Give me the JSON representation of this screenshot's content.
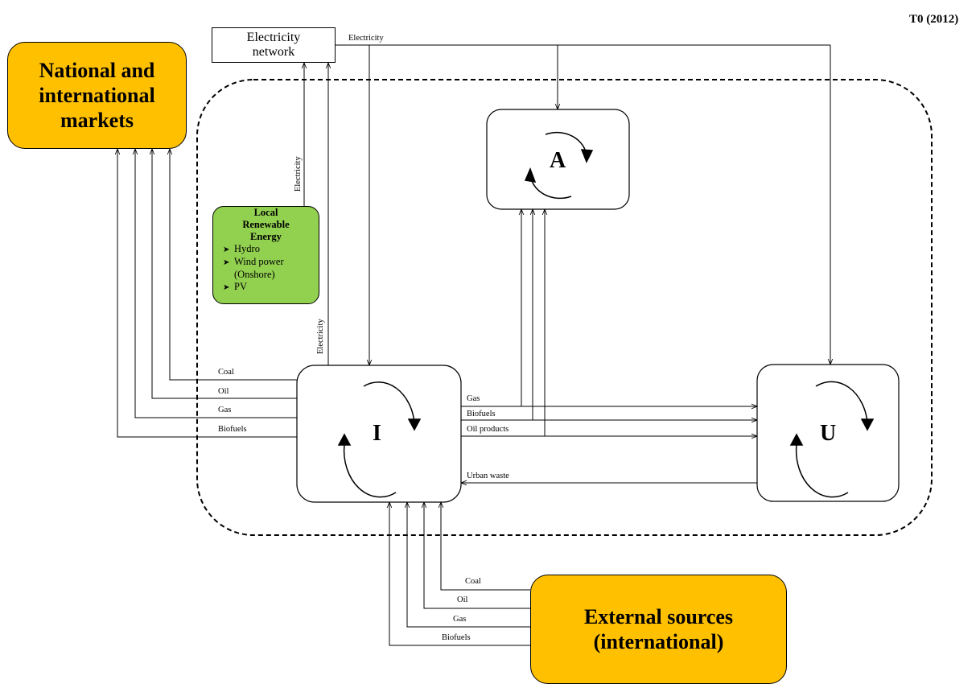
{
  "period_label": "T0 (2012)",
  "nodes": {
    "markets": [
      "National and",
      "international",
      "markets"
    ],
    "external": [
      "External sources",
      "(international)"
    ],
    "network": [
      "Electricity",
      "network"
    ],
    "renewable": {
      "title": [
        "Local",
        "Renewable",
        "Energy"
      ],
      "items": [
        "Hydro",
        "Wind power",
        "PV"
      ],
      "wind_sub": "(Onshore)"
    },
    "sector_a": "A",
    "sector_i": "I",
    "sector_u": "U"
  },
  "flows": {
    "network_out": "Electricity",
    "renewable_to_network": "Electricity",
    "i_to_network": "Electricity",
    "i_to_markets": [
      "Coal",
      "Oil",
      "Gas",
      "Biofuels"
    ],
    "i_to_u": [
      "Gas",
      "Biofuels",
      "Oil products"
    ],
    "u_to_i": "Urban waste",
    "external_to_i": [
      "Coal",
      "Oil",
      "Gas",
      "Biofuels"
    ]
  },
  "colors": {
    "markets_fill": "#FFC000",
    "external_fill": "#FFC000",
    "renewable_fill": "#92D050"
  }
}
